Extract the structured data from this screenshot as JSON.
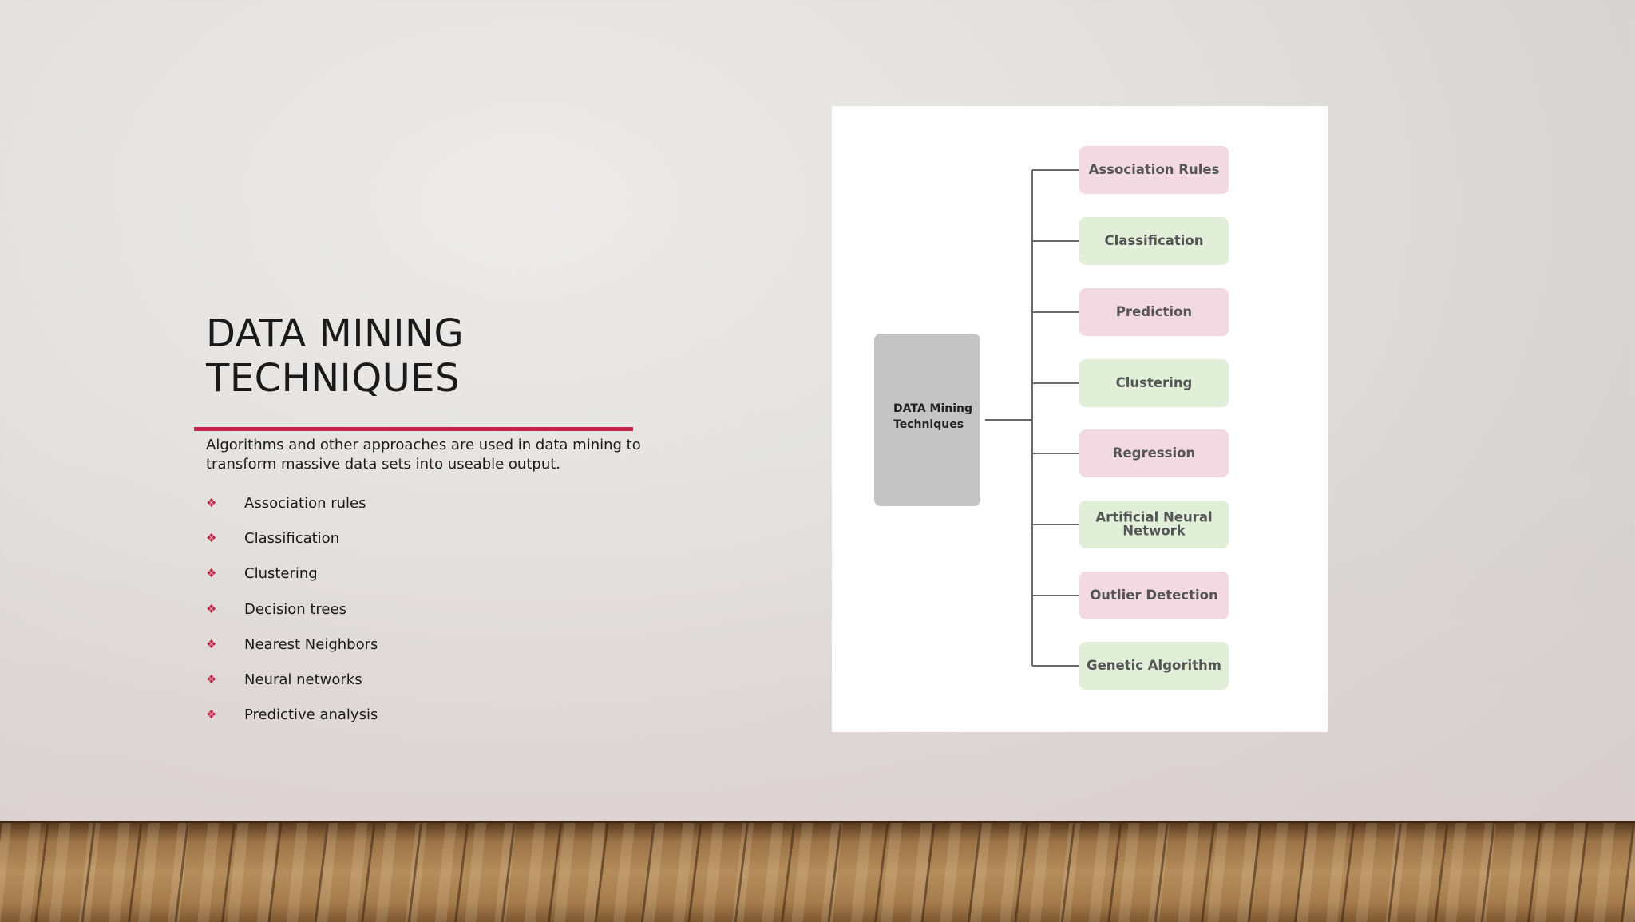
{
  "slide": {
    "title_lines": [
      "DATA MINING",
      "TECHNIQUES"
    ],
    "intro": "Algorithms and other approaches are used in data mining to transform massive data sets into useable output.",
    "bullets": [
      "Association rules",
      "Classification",
      "Clustering",
      "Decision trees",
      "Nearest Neighbors",
      "Neural networks",
      "Predictive analysis"
    ],
    "accent_color": "#c0274a"
  },
  "diagram": {
    "root": [
      "DATA Mining",
      "Techniques"
    ],
    "nodes": [
      {
        "label": [
          "Association Rules"
        ],
        "color": "#f3d9e1"
      },
      {
        "label": [
          "Classification"
        ],
        "color": "#e1efd9"
      },
      {
        "label": [
          "Prediction"
        ],
        "color": "#f3d9e1"
      },
      {
        "label": [
          "Clustering"
        ],
        "color": "#e1efd9"
      },
      {
        "label": [
          "Regression"
        ],
        "color": "#f3d9e1"
      },
      {
        "label": [
          "Artificial Neural",
          "Network"
        ],
        "color": "#e1efd9"
      },
      {
        "label": [
          "Outlier Detection"
        ],
        "color": "#f3d9e1"
      },
      {
        "label": [
          "Genetic Algorithm"
        ],
        "color": "#e1efd9"
      }
    ],
    "root_color": "#c4c4c4"
  }
}
